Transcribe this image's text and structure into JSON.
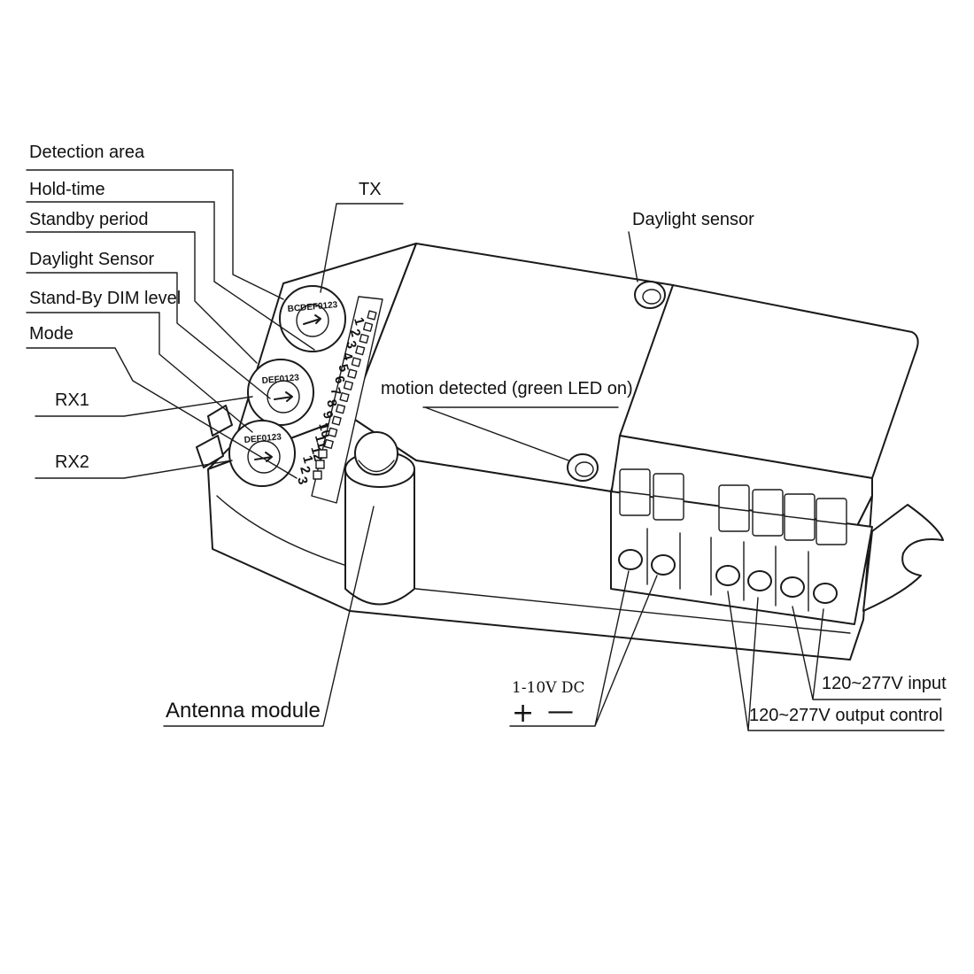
{
  "labels": {
    "detection_area": "Detection area",
    "hold_time": "Hold-time",
    "standby_period": "Standby period",
    "daylight_sensor_dial": "Daylight Sensor",
    "standby_dim_level": "Stand-By DIM level",
    "mode": "Mode",
    "rx1": "RX1",
    "rx2": "RX2",
    "tx": "TX",
    "daylight_sensor": "Daylight sensor",
    "motion_detected": "motion detected (green LED on)",
    "antenna_module": "Antenna module",
    "dc_label": "1-10V  DC",
    "dc_plus": "+",
    "dc_minus": "—",
    "input_label": "120~277V input",
    "output_label": "120~277V output control"
  },
  "dials": {
    "dial_1": "BCDEF0123",
    "dial_2": "DEF0123",
    "dial_3": "DEF0123"
  },
  "dip_switch": {
    "upper_numbers": [
      "1",
      "2",
      "3",
      "4",
      "5",
      "6",
      "7",
      "8",
      "9",
      "10",
      "11",
      "12"
    ],
    "lower_numbers": [
      "1",
      "2",
      "3"
    ]
  }
}
